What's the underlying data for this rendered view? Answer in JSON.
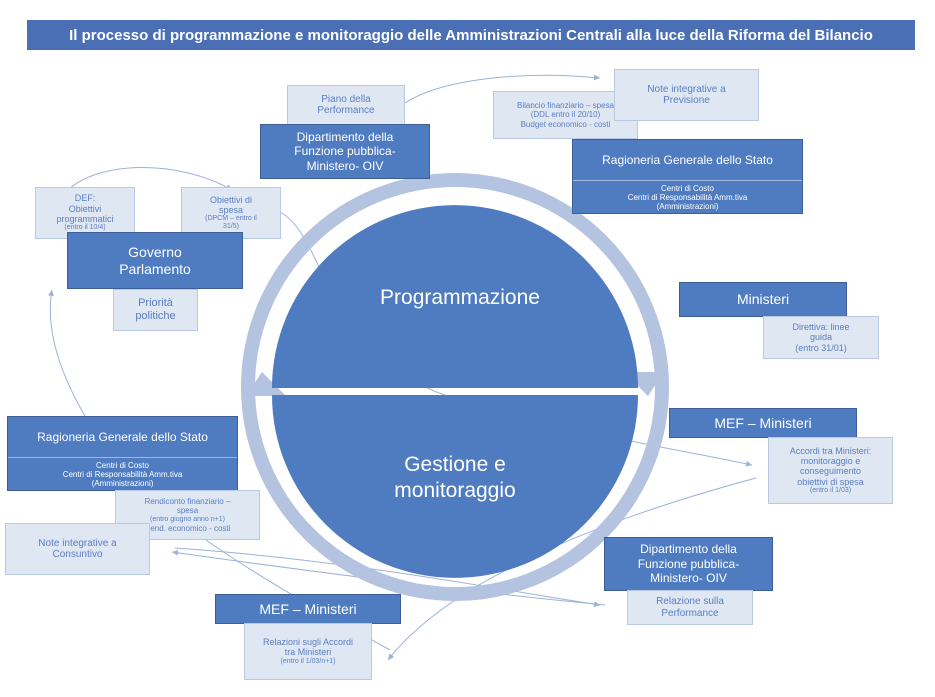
{
  "title": "Il processo di programmazione e monitoraggio delle Amministrazioni Centrali alla luce della Riforma del Bilancio",
  "cycle": {
    "top_label": "Programmazione",
    "bottom_label_line1": "Gestione e",
    "bottom_label_line2": "monitoraggio"
  },
  "governo": {
    "title_line1": "Governo",
    "title_line2": "Parlamento",
    "priorita_line1": "Priorità",
    "priorita_line2": "politiche"
  },
  "def_box": {
    "line1": "DEF:",
    "line2": "Obiettivi",
    "line3": "programmatici",
    "line4": "(entro il 10/4)"
  },
  "obiettivi_spesa": {
    "line1": "Obiettivi di",
    "line2": "spesa",
    "line3": "(DPCM – entro il",
    "line4": "31/5)"
  },
  "piano_performance": {
    "line1": "Piano della",
    "line2": "Performance"
  },
  "dfp_top": {
    "line1": "Dipartimento della",
    "line2": "Funzione pubblica-",
    "line3": "Ministero- OIV"
  },
  "bilancio": {
    "line1": "Bilancio finanziario – spesa",
    "line2": "(DDL entro il 20/10)",
    "line3": "Budget economico - costi"
  },
  "note_previsione": {
    "line1": "Note integrative a",
    "line2": "Previsione"
  },
  "rgs_top": {
    "head": "Ragioneria Generale dello Stato",
    "line1": "Centri di Costo",
    "line2": "Centri di Responsabilità Amm.tiva",
    "line3": "(Amministrazioni)"
  },
  "ministeri": {
    "title": "Ministeri",
    "line1": "Direttiva: linee",
    "line2": "guida",
    "line3": "(entro 31/01)"
  },
  "mef_right": {
    "title": "MEF – Ministeri",
    "line1": "Accordi tra Ministeri:",
    "line2": "monitoraggio e",
    "line3": "conseguimento",
    "line4": "obiettivi di spesa",
    "line5": "(entro il 1/03)"
  },
  "rgs_left": {
    "head": "Ragioneria Generale dello Stato",
    "line1": "Centri di Costo",
    "line2": "Centri di Responsabilità Amm.tiva",
    "line3": "(Amministrazioni)"
  },
  "rendiconto": {
    "line1": "Rendiconto finanziario –",
    "line2": "spesa",
    "line3": "(entro giugno anno n+1)",
    "line4": "Rend. economico - costi"
  },
  "note_consuntivo": {
    "line1": "Note integrative a",
    "line2": "Consuntivo"
  },
  "dfp_bottom": {
    "line1": "Dipartimento della",
    "line2": "Funzione pubblica-",
    "line3": "Ministero- OIV"
  },
  "relazione_performance": {
    "line1": "Relazione sulla",
    "line2": "Performance"
  },
  "mef_bottom": {
    "title": "MEF – Ministeri",
    "line1": "Relazioni sugli Accordi",
    "line2": "tra Ministeri",
    "line3": "(entro il 1/03/n+1)"
  },
  "colors": {
    "dark_box": "#4f7cc0",
    "light_box": "#dfe7f3",
    "title_bar": "#4a6fb5",
    "circle": "#4f7cc0",
    "ring": "#b3c3e0"
  }
}
